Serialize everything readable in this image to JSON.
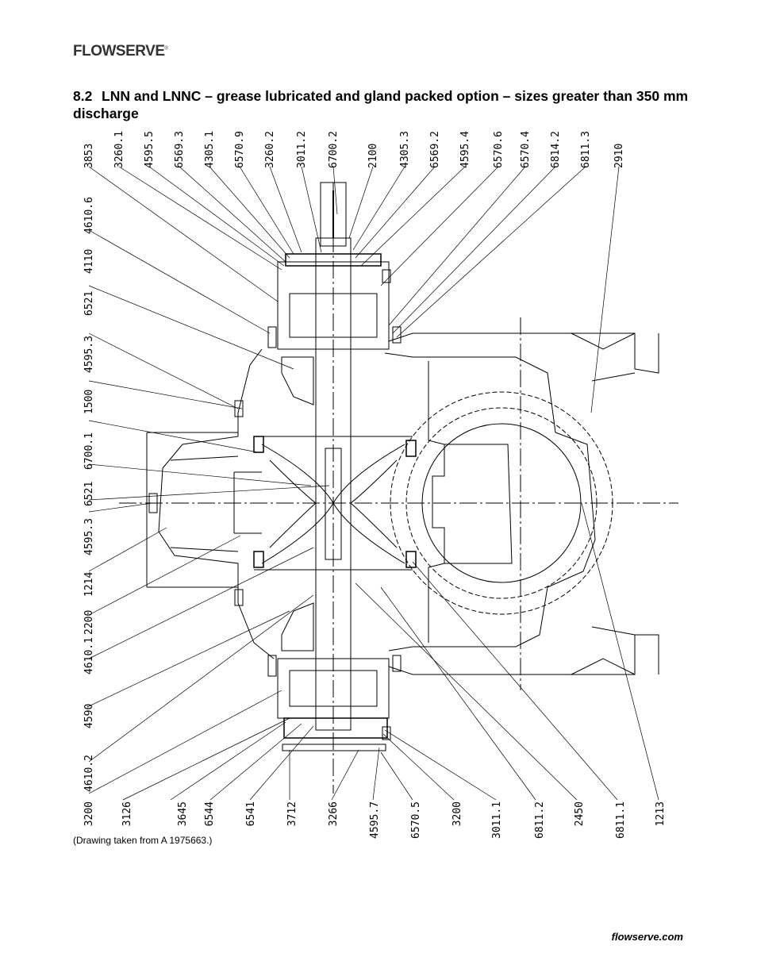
{
  "header": {
    "logo_text": "FLOWSERVE"
  },
  "section": {
    "number": "8.2",
    "title": "LNN and LNNC – grease lubricated and gland packed option – sizes greater than 350 mm discharge"
  },
  "drawing": {
    "top_labels": [
      "3853",
      "3260.1",
      "4595.5",
      "6569.3",
      "4305.1",
      "6570.9",
      "3260.2",
      "3011.2",
      "6700.2",
      "2100",
      "4305.3",
      "6569.2",
      "4595.4",
      "6570.6",
      "6570.4",
      "6814.2",
      "6811.3",
      "2910"
    ],
    "left_labels": [
      "4610.6",
      "4110",
      "6521",
      "4595.3",
      "1500",
      "6700.1",
      "6521",
      "4595.3",
      "1214",
      "2200",
      "4610.1",
      "4590",
      "4610.2"
    ],
    "bottom_labels": [
      "3200",
      "3126",
      "3645",
      "6544",
      "6541",
      "3712",
      "3266",
      "4595.7",
      "6570.5",
      "3200",
      "3011.1",
      "6811.2",
      "2450",
      "6811.1",
      "1213"
    ]
  },
  "caption": "(Drawing taken from A 1975663.)",
  "footer": {
    "url": "flowserve.com"
  }
}
